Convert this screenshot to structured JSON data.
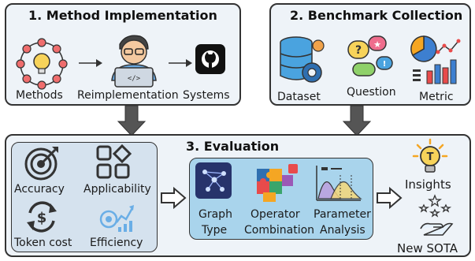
{
  "panels": {
    "method": {
      "title": "1. Method Implementation",
      "items": [
        "Methods",
        "Reimplementation",
        "Systems"
      ]
    },
    "benchmark": {
      "title": "2. Benchmark Collection",
      "items": [
        "Dataset",
        "Question",
        "Metric"
      ]
    },
    "evaluation": {
      "title": "3. Evaluation",
      "criteria": [
        "Accuracy",
        "Applicability",
        "Token cost",
        "Efficiency"
      ],
      "analysis": {
        "graph_type": [
          "Graph",
          "Type"
        ],
        "operator_combination": [
          "Operator",
          "Combination"
        ],
        "parameter_analysis": [
          "Parameter",
          "Analysis"
        ]
      },
      "outputs": [
        "Insights",
        "New SOTA"
      ]
    }
  },
  "colors": {
    "panel_fill": "#eef3f8",
    "criteria_fill": "#d5e2ee",
    "analysis_fill": "#a9d4ec",
    "arrow": "#555555",
    "accent_orange": "#f5a623",
    "accent_red": "#e84b4b",
    "accent_blue": "#3d7fd0"
  },
  "icons": [
    "idea-cycle-icon",
    "developer-icon",
    "github-icon",
    "database-gear-icon",
    "question-bubbles-icon",
    "pie-bar-chart-icon",
    "target-icon",
    "shapes-icon",
    "token-cycle-icon",
    "efficiency-icon",
    "graph-network-icon",
    "puzzle-icon",
    "parameter-chart-icon",
    "lightbulb-icon",
    "hand-stars-icon"
  ]
}
